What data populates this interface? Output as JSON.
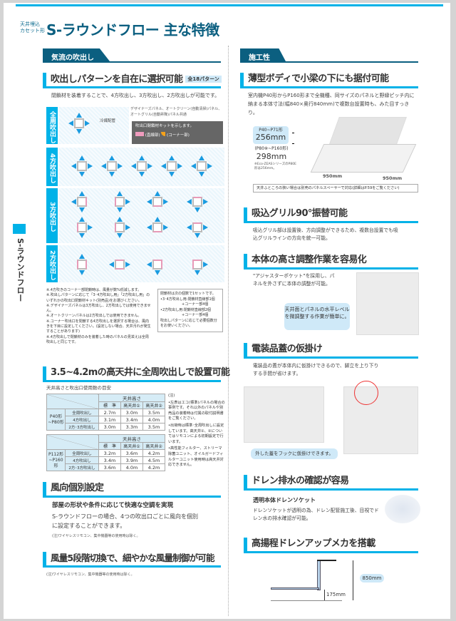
{
  "header": {
    "subtitle_line1": "天井埋込",
    "subtitle_line2": "カセット形",
    "title": "S-ラウンドフロー 主な特徴"
  },
  "side_tab": "S-ラウンドフロー",
  "left": {
    "section": "気流の吹出し",
    "h_pattern": "吹出しパターンを自在に選択可能",
    "badge": "全18パターン",
    "pattern_desc": "閉鎖材を装着することで、4方吹出し、3方吹出し、2方吹出しが可能です。",
    "pattern_rows": [
      {
        "label": "全周吹出し"
      },
      {
        "label": "4方吹出し"
      },
      {
        "label": "3方吹出し"
      },
      {
        "label": "2方吹出し"
      }
    ],
    "refrigerant_label": "冷媒配管",
    "panel_note": "デザイナーズパネル、オートクリーン(自動清掃)パネル、オートグリル(自動昇降)パネル共通",
    "legend": {
      "title": "吹出口閉鎖材キットを示します。",
      "straight": "(直線部)",
      "corner": "(コーナー部)",
      "straight_color": "#ef9bbd",
      "corner_color": "#f5a21b"
    },
    "notes": [
      "※.4方吹きのコーナー部閉鎖時は、風量が数%低減します。",
      "※.吹出しパターンに応じて「3･4方吹出し用」「2方吹出し用」のいずれかの吹出口閉鎖材キット(別売品)をお選びください。",
      "※.デザイナーズパネルは3方吹出し、2方吹出しでは使用できません。",
      "※.オートクリーンパネルは2方吹出しでは使用できません。",
      "※.コーナー吹出口を閉鎖する4方吹出しを選択する場合は、風向きを下目に設定してください。(設定しない場合、天井汚れが発生することがあります)",
      "※.4方吹出しで閉鎖材のみを装着した時のパネルの見栄えは全周吹出しと同じです。"
    ],
    "kit_box": [
      "閉鎖材は次の個数で1セットです。",
      "•3･4方吹出し用:閉鎖材直線部1個",
      "+コーナー部4個",
      "•2方吹出し用:閉鎖材直線部2個",
      "+コーナー部4個",
      "吹出しパターンに応じて必要個数分をお使いください。"
    ],
    "h_ceiling": "3.5~4.2mの高天井に全周吹出しで設置可能",
    "table_title": "天井高さと吹出口使用数の目安",
    "tables": [
      {
        "model": "P40形~P80形",
        "header": "天井高さ",
        "cols": [
          "標　準",
          "高天井①",
          "高天井②"
        ],
        "rows": [
          {
            "mode": "全周吹出し",
            "v": [
              "2.7m",
              "3.0m",
              "3.5m"
            ]
          },
          {
            "mode": "4方吹出し",
            "v": [
              "3.1m",
              "3.4m",
              "4.0m"
            ]
          },
          {
            "mode": "2方･3方吹出し",
            "v": [
              "3.0m",
              "3.3m",
              "3.5m"
            ]
          }
        ]
      },
      {
        "model": "P112形~P160形",
        "header": "天井高さ",
        "cols": [
          "標　準",
          "高天井①",
          "高天井②"
        ],
        "rows": [
          {
            "mode": "全周吹出し",
            "v": [
              "3.2m",
              "3.6m",
              "4.2m"
            ]
          },
          {
            "mode": "4方吹出し",
            "v": [
              "3.4m",
              "3.9m",
              "4.5m"
            ]
          },
          {
            "mode": "2方･3方吹出し",
            "v": [
              "3.6m",
              "4.0m",
              "4.2m"
            ]
          }
        ]
      }
    ],
    "table_notes": [
      "(注)",
      "•左表はエコ(標準)パネルの場合の事例です。それ以外のパネルや別売品の装着時は付属の取付説明書をご覧ください。",
      "•出荷時は標準･全周吹出しに設定しています。高天井①、②についてはリモコンによる初期設定で行います。",
      "•高性能フィルター、ストリーマ除菌ユニット、オイルガードフィルターユニット使用時は高天井対応できません。"
    ],
    "h_direction": "風向個別設定",
    "direction_sub": "部屋の形状や条件に応じて快適な空調を実現",
    "direction_desc": "S-ラウンドフローの場合、4つの吹出口ごとに風向を個別に設定することができます。",
    "direction_note": "(注)ワイヤレスリモコン、集中機器等の使用時は除く。",
    "h_airflow": "風量5段階切換で、細やかな風量制御が可能",
    "airflow_note": "(注)ワイヤレスリモコン、集中機器等の使用時は除く。"
  },
  "right": {
    "section": "施工性",
    "h_thin": "薄型ボディで小梁の下にも据付可能",
    "thin_desc": "室内機P40形からP160形まで全機種、同サイズのパネルと野縁ピッチ内に納まる本体寸法(幅840×奥行840mm)で複数台設置時も、みた目すっきり。",
    "dim1_label": "P40~P71形",
    "dim1_value": "256mm",
    "dim2_label": "(P80※~P160形)",
    "dim2_value": "298mm",
    "dim_note": "※Eco-ZEASシリーズのP80E形は256mm。",
    "width1": "950mm",
    "width2": "950mm",
    "spacer_note": "天井ふところの狭い場合は別売のパネルスペーサーで対応(詳細はP.59をご覧ください)",
    "h_grill": "吸込グリル90°振替可能",
    "grill_desc": "吸込グリル部は設置後、方向調整ができるため、複数台設置でも吸込グリルラインの方向を統一可能。",
    "h_height": "本体の高さ調整作業を容易化",
    "height_desc": "\"アジャスターポケット\"を採用し、パネルを外さずに本体の調整が可能。",
    "height_bubble": "天井面とパネルの水平レベルを微調整する作業が簡単に。",
    "h_cover": "電装品蓋の仮掛け",
    "cover_desc": "電装品の蓋が本体内に仮掛けできるので、脚立を上り下りする手間が省けます。",
    "cover_bubble": "外した蓋をフックに仮掛けできます。",
    "h_drain": "ドレン排水の確認が容易",
    "drain_sub": "透明本体ドレンソケット",
    "drain_desc": "ドレンソケットが透明の為、ドレン配管施工後、目視でドレン水の排水確認が可能。",
    "h_pump": "高揚程ドレンアップメカを搭載",
    "pump_height": "850mm",
    "pump_low": "175mm"
  },
  "colors": {
    "accent": "#00b2e8",
    "section": "#0b5f80"
  }
}
